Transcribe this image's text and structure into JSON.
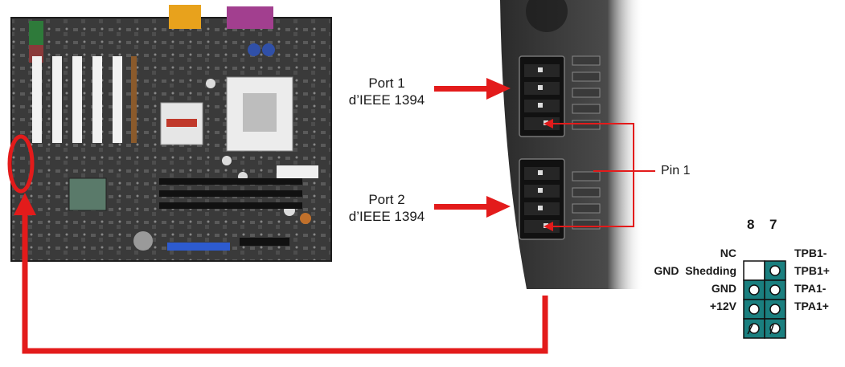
{
  "port1": {
    "line1": "Port 1",
    "line2": "d’IEEE 1394"
  },
  "port2": {
    "line1": "Port 2",
    "line2": "d’IEEE 1394"
  },
  "pin1_label": "Pin 1",
  "header": {
    "col_left": "8",
    "col_right": "7",
    "left_signals": [
      "NC",
      "GND  Shedding",
      "GND",
      "+12V"
    ],
    "right_signals": [
      "TPB1-",
      "TPB1+",
      "TPA1-",
      "TPA1+"
    ]
  },
  "colors": {
    "arrow_red": "#e31b1b",
    "pin_teal": "#1a7f7f",
    "board_dark": "#2a2a2a"
  },
  "icons": [
    "motherboard-photo",
    "connector-closeup",
    "pin-header"
  ]
}
